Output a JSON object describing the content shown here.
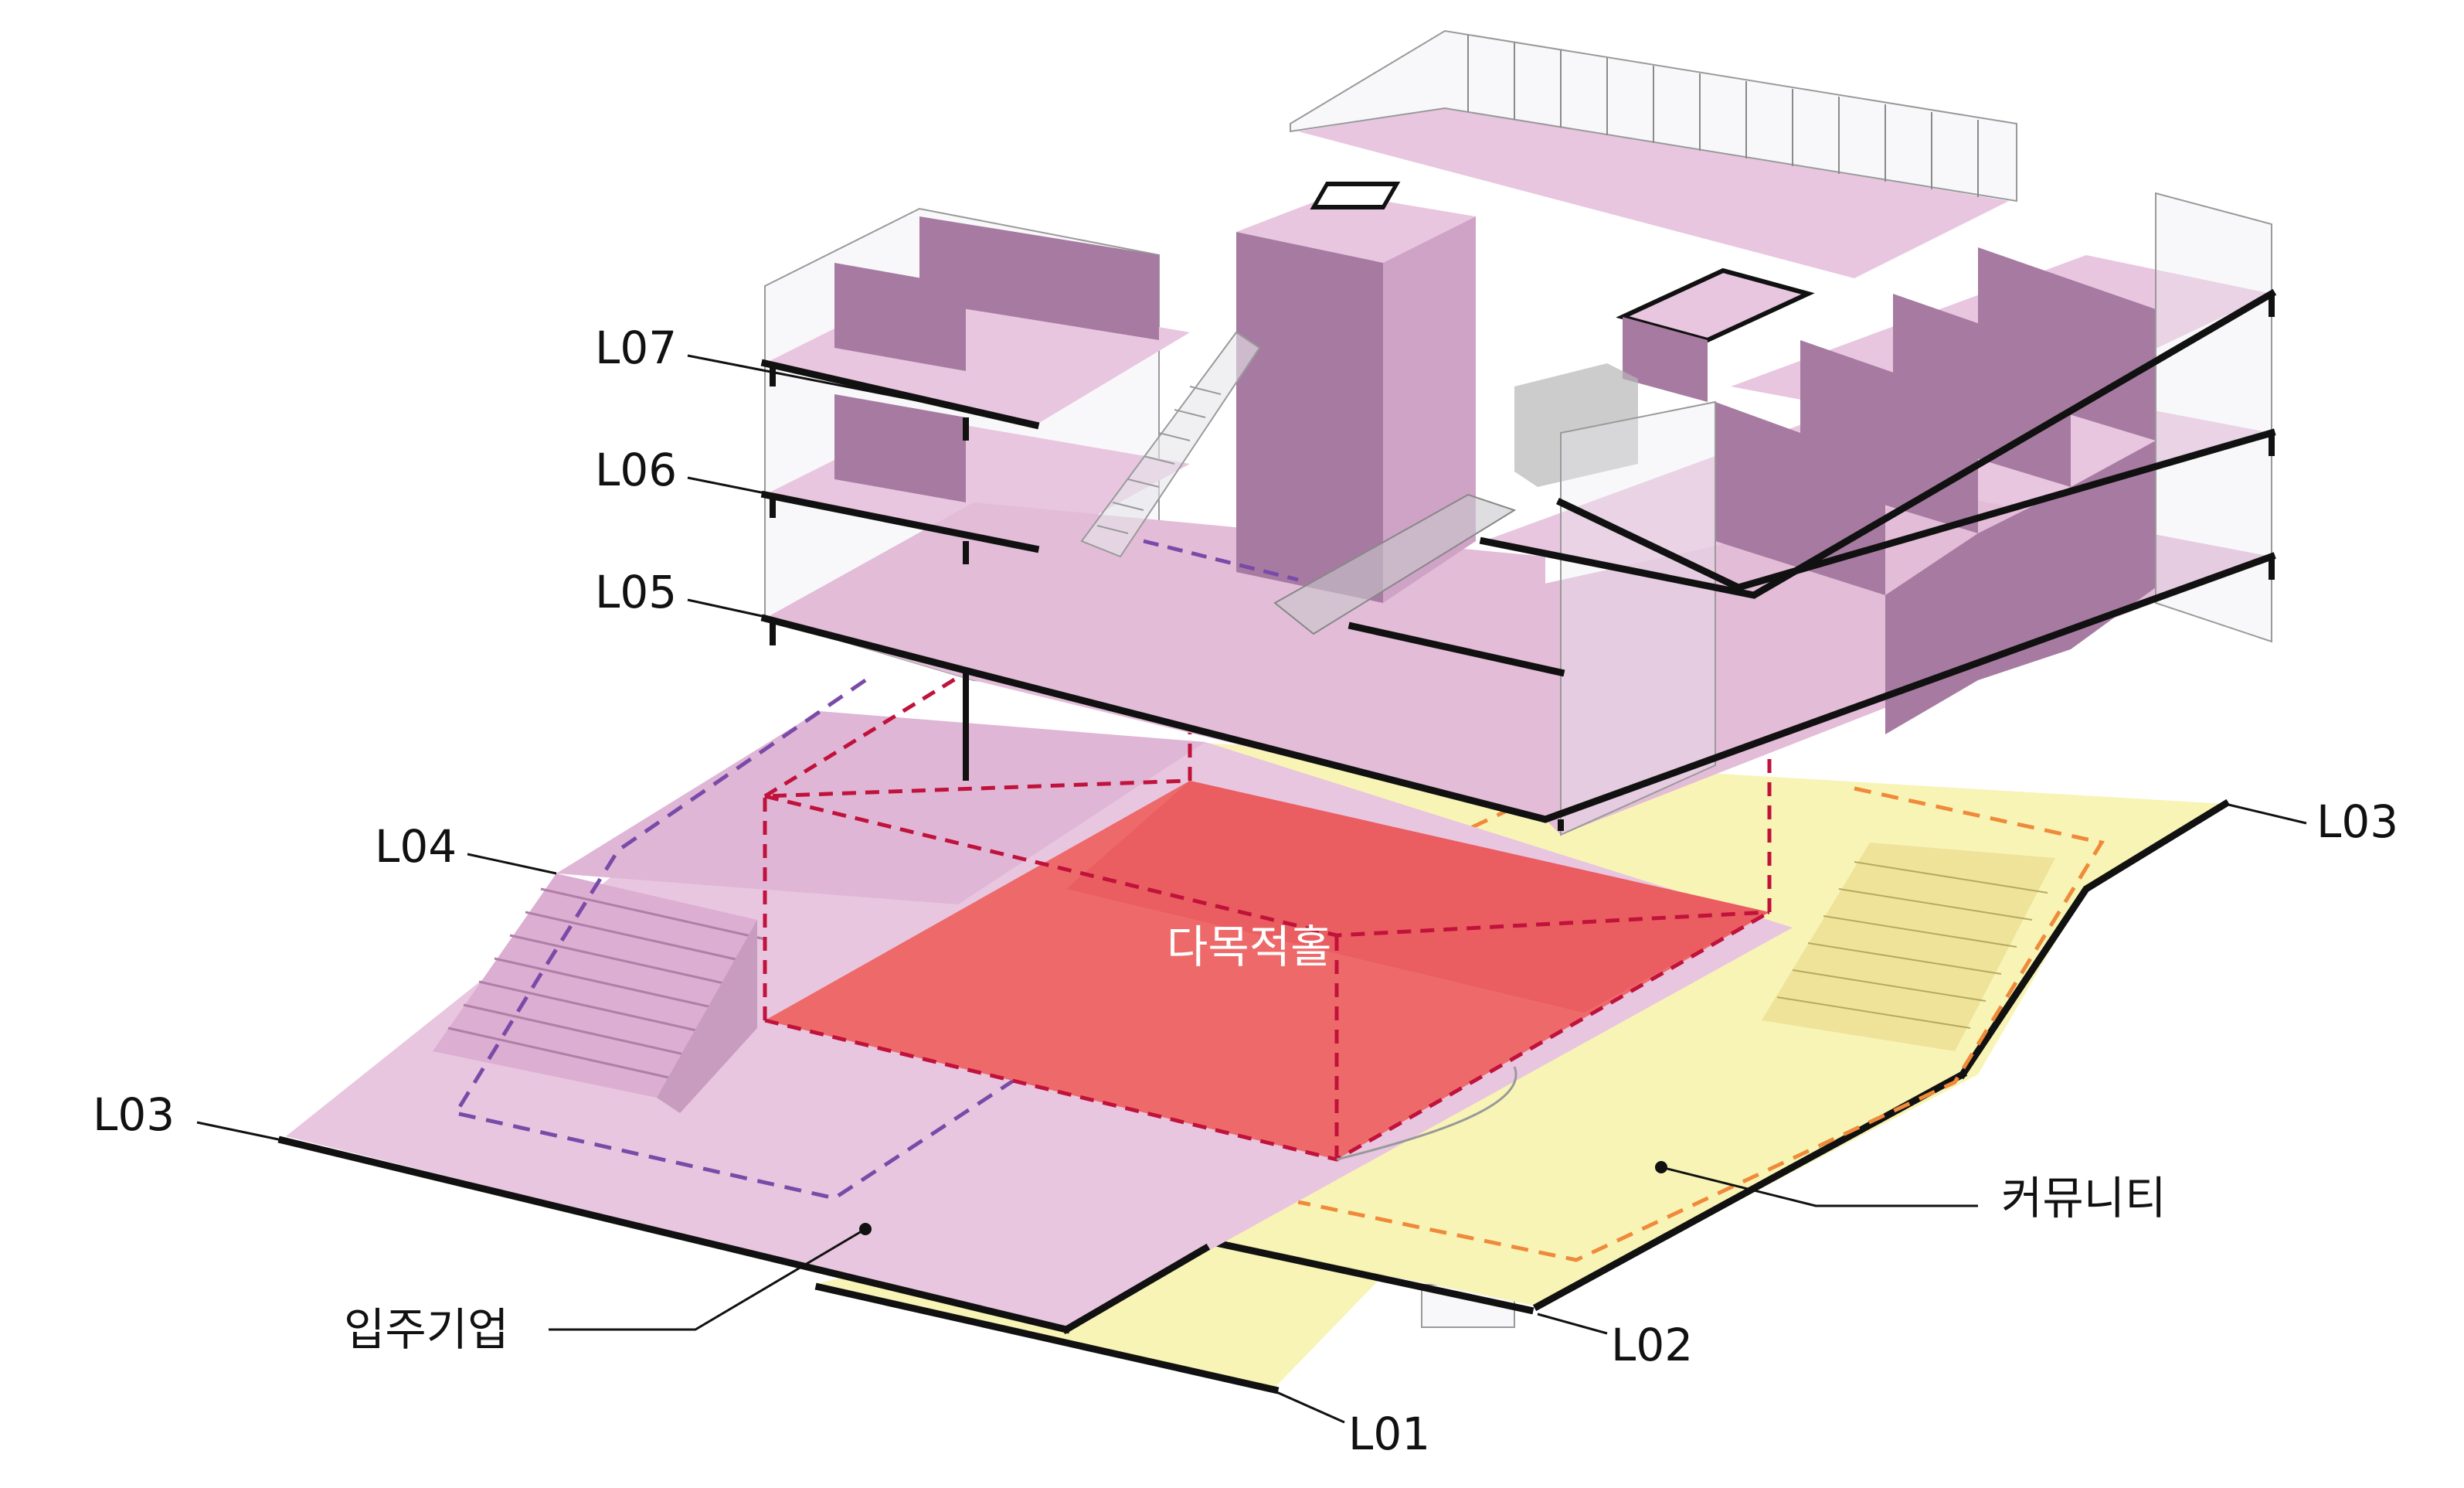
{
  "diagram": {
    "level_labels": {
      "l07": "L07",
      "l06": "L06",
      "l05": "L05",
      "l04": "L04",
      "l03_left": "L03",
      "l03_right": "L03",
      "l02": "L02",
      "l01": "L01"
    },
    "zone_labels": {
      "multipurpose_hall": "다목적홀",
      "tenant_companies": "입주기업",
      "community": "커뮤니티"
    },
    "colors": {
      "tenant_zone": "#e8c6df",
      "tenant_wall": "#a77ba1",
      "community_zone": "#f8f4b6",
      "hall": "#ee6a6a",
      "hall_dash": "#c0123a",
      "tenant_route": "#7a4aa8",
      "community_route": "#ef8a3a"
    }
  }
}
